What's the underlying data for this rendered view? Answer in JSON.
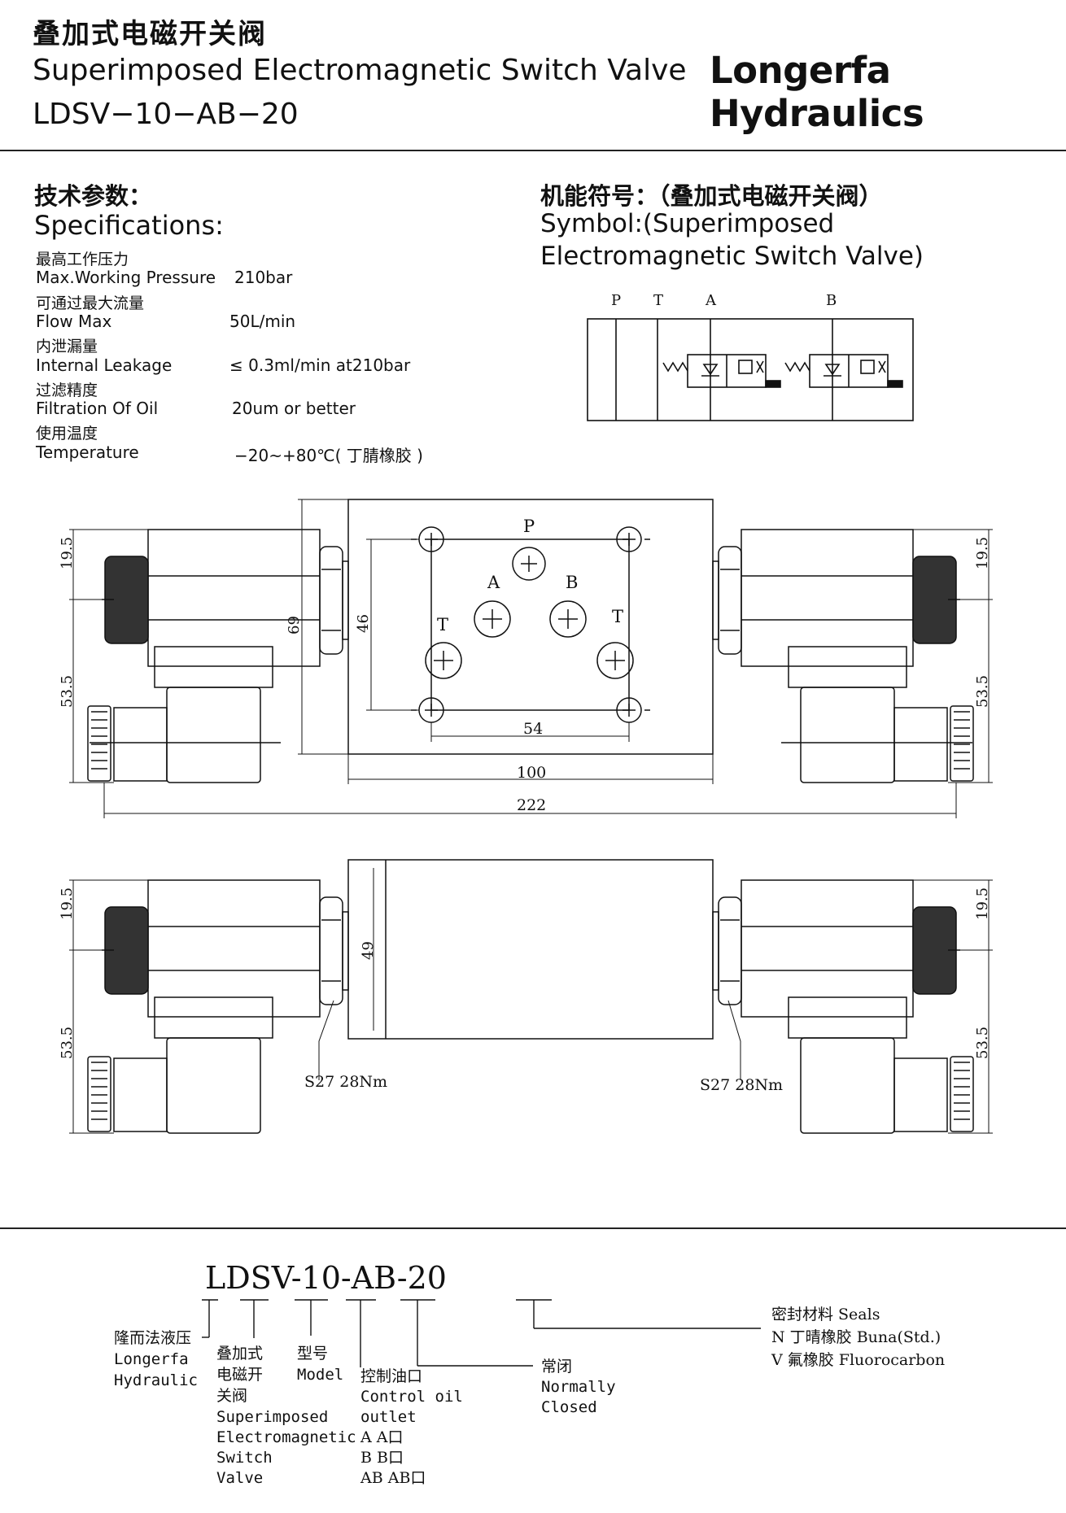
{
  "header": {
    "title_zh": "叠加式电磁开关阀",
    "title_en": "Superimposed Electromagnetic Switch Valve",
    "model": "LDSV−10−AB−20",
    "brand": "Longerfa Hydraulics"
  },
  "specs": {
    "heading_zh": "技术参数：",
    "heading_en": "Specifications:",
    "rows": [
      {
        "zh": "最高工作压力",
        "en": "Max.Working Pressure",
        "value": "210bar"
      },
      {
        "zh": "可通过最大流量",
        "en": "Flow Max",
        "value": "50L/min"
      },
      {
        "zh": "内泄漏量",
        "en": "Internal Leakage",
        "value": "≤ 0.3ml/min at210bar"
      },
      {
        "zh": "过滤精度",
        "en": "Filtration Of Oil",
        "value": "20um or better"
      },
      {
        "zh": "使用温度",
        "en": "Temperature",
        "value": "−20~+80℃( 丁腈橡胶 )"
      }
    ]
  },
  "symbol": {
    "heading_zh": "机能符号：（叠加式电磁开关阀）",
    "heading_en_1": "Symbol:(Superimposed",
    "heading_en_2": "Electromagnetic Switch Valve)",
    "ports": [
      "P",
      "T",
      "A",
      "B"
    ]
  },
  "drawing_top": {
    "ports": {
      "p": "P",
      "a": "A",
      "b": "B",
      "t_left": "T",
      "t_right": "T"
    },
    "dims": {
      "d19_5": "19.5",
      "d53_5": "53.5",
      "d69": "69",
      "d46": "46",
      "d54": "54",
      "d100": "100",
      "d222": "222"
    }
  },
  "drawing_side": {
    "dims": {
      "d19_5": "19.5",
      "d53_5": "53.5",
      "d49": "49"
    },
    "torque_left": "S27  28Nm",
    "torque_right": "S27  28Nm"
  },
  "ordering": {
    "model": "LDSV-10-AB-20",
    "brand_zh": "隆而法液压",
    "brand_en_1": "Longerfa",
    "brand_en_2": "Hydraulic",
    "type_zh_1": "叠加式",
    "type_zh_2": "电磁开",
    "type_zh_3": "关阀",
    "type_en_1": "Superimposed",
    "type_en_2": "Electromagnetic",
    "type_en_3": "Switch",
    "type_en_4": "Valve",
    "model_zh": "型号",
    "model_en": "Model",
    "outlet_zh": "控制油口",
    "outlet_en_1": "Control oil",
    "outlet_en_2": "outlet",
    "outlet_opts": [
      "A  A口",
      "B  B口",
      "AB AB口"
    ],
    "nc_zh": "常闭",
    "nc_en_1": "Normally",
    "nc_en_2": "Closed",
    "seals_title": "密封材料 Seals",
    "seals_opts": [
      "N  丁晴橡胶 Buna(Std.)",
      "V  氟橡胶 Fluorocarbon"
    ]
  }
}
